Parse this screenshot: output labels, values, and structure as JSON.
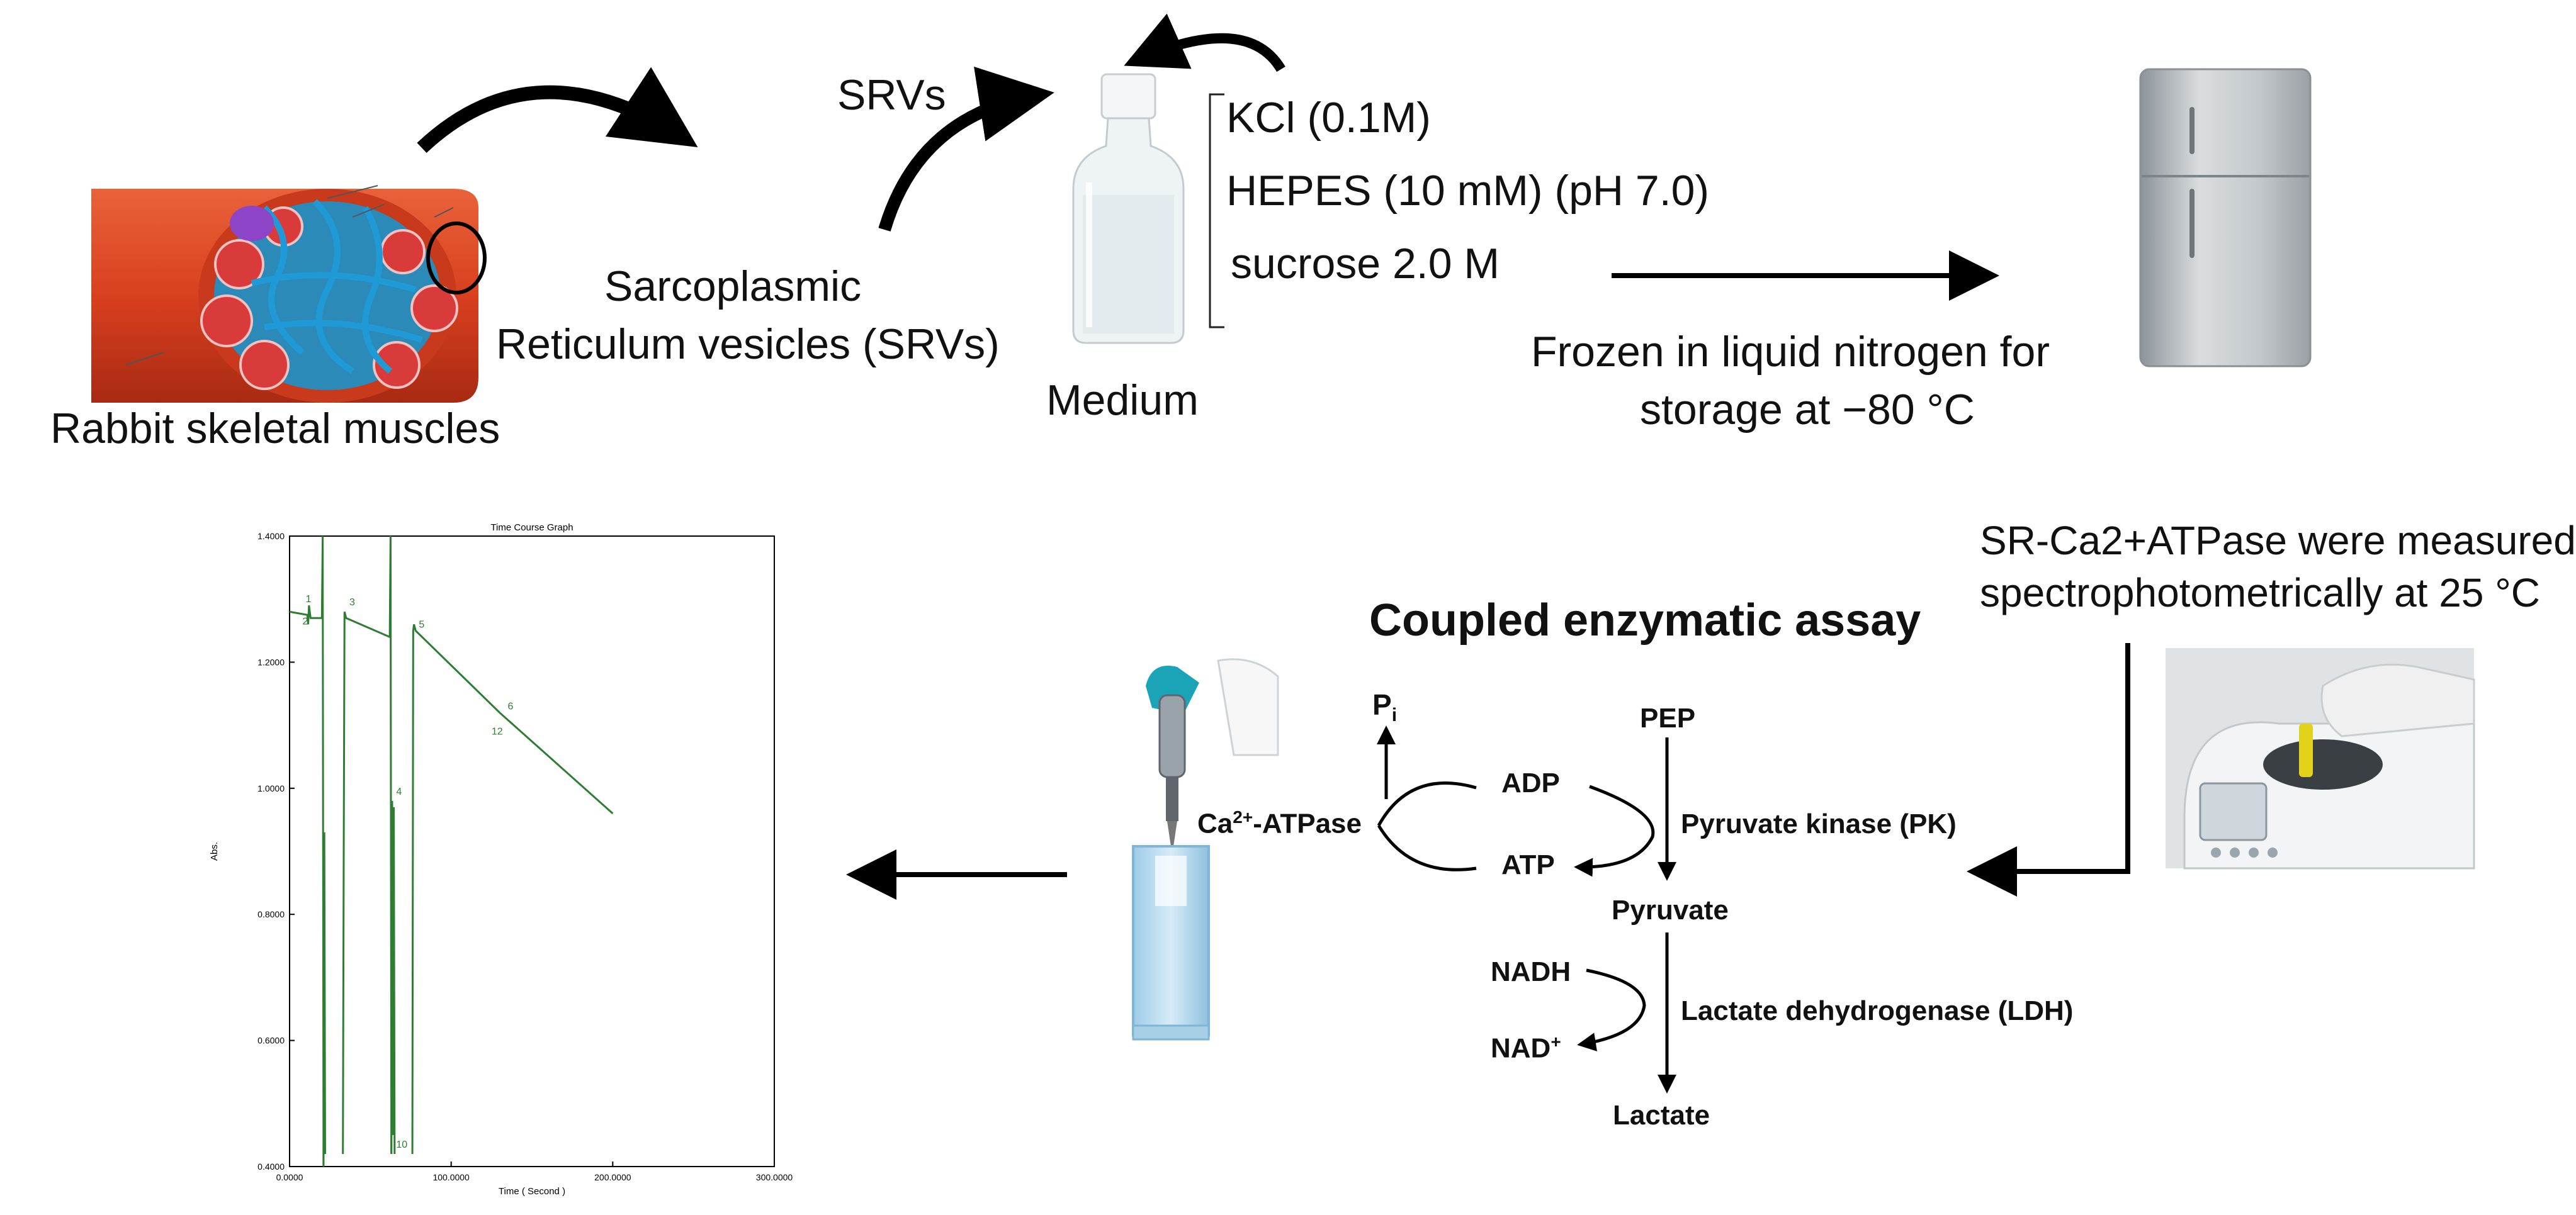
{
  "top": {
    "muscle_label": "Rabbit skeletal muscles",
    "srv_label_line1": "Sarcoplasmic",
    "srv_label_line2": "Reticulum vesicles (SRVs)",
    "srvs_arrow_label": "SRVs",
    "medium_label": "Medium",
    "medium_components": [
      "KCl (0.1M)",
      "HEPES (10 mM) (pH 7.0)",
      "sucrose 2.0 M"
    ],
    "freeze_line1": "Frozen in liquid nitrogen for",
    "freeze_line2": "storage at −80 °C"
  },
  "bottom": {
    "measured_line1": "SR-Ca2+ATPase were measured",
    "measured_line2": "spectrophotometrically at 25 °C",
    "assay_title": "Coupled enzymatic assay",
    "scheme": {
      "pi": "P",
      "pi_sub": "i",
      "atpase_prefix": "Ca",
      "atpase_sup": "2+",
      "atpase_suffix": "-ATPase",
      "adp": "ADP",
      "atp": "ATP",
      "pep": "PEP",
      "pk": "Pyruvate kinase (PK)",
      "pyruvate": "Pyruvate",
      "nadh": "NADH",
      "nad": "NAD",
      "nad_sup": "+",
      "ldh": "Lactate dehydrogenase (LDH)",
      "lactate": "Lactate"
    }
  },
  "chart_data": {
    "type": "line",
    "title": "Time Course Graph",
    "xlabel": "Time ( Second )",
    "ylabel": "Abs.",
    "xlim": [
      0,
      300
    ],
    "ylim": [
      0.4,
      1.4
    ],
    "x_ticks": [
      "0.0000",
      "100.0000",
      "200.0000",
      "300.0000"
    ],
    "y_ticks": [
      "0.4000",
      "0.6000",
      "0.8000",
      "1.0000",
      "1.2000",
      "1.4000"
    ],
    "series_color": "#2e7d32",
    "segments": [
      {
        "x": [
          0,
          11,
          11.5,
          12,
          13,
          14,
          20,
          20.5,
          21
        ],
        "y": [
          1.28,
          1.275,
          1.26,
          1.29,
          1.27,
          1.27,
          1.27,
          1.4,
          0.4
        ]
      },
      {
        "x": [
          21,
          21.5,
          22
        ],
        "y": [
          0.4,
          0.93,
          0.42
        ]
      },
      {
        "x": [
          33,
          33.5,
          34,
          35,
          62,
          62.5,
          63
        ],
        "y": [
          0.42,
          0.89,
          1.28,
          1.27,
          1.24,
          1.4,
          0.42
        ]
      },
      {
        "x": [
          63,
          63.5,
          64,
          64.5,
          65
        ],
        "y": [
          0.42,
          0.98,
          0.45,
          0.97,
          0.42
        ]
      },
      {
        "x": [
          76,
          76.5,
          77,
          78,
          130,
          200
        ],
        "y": [
          0.42,
          1.25,
          1.26,
          1.25,
          1.12,
          0.96
        ]
      }
    ],
    "annotations": [
      {
        "x": 10,
        "y": 1.295,
        "text": "1"
      },
      {
        "x": 8,
        "y": 1.26,
        "text": "2"
      },
      {
        "x": 37,
        "y": 1.29,
        "text": "3"
      },
      {
        "x": 66,
        "y": 0.99,
        "text": "4"
      },
      {
        "x": 80,
        "y": 1.255,
        "text": "5"
      },
      {
        "x": 135,
        "y": 1.125,
        "text": "6"
      },
      {
        "x": 66,
        "y": 0.43,
        "text": "10"
      },
      {
        "x": 125,
        "y": 1.085,
        "text": "12"
      }
    ]
  }
}
